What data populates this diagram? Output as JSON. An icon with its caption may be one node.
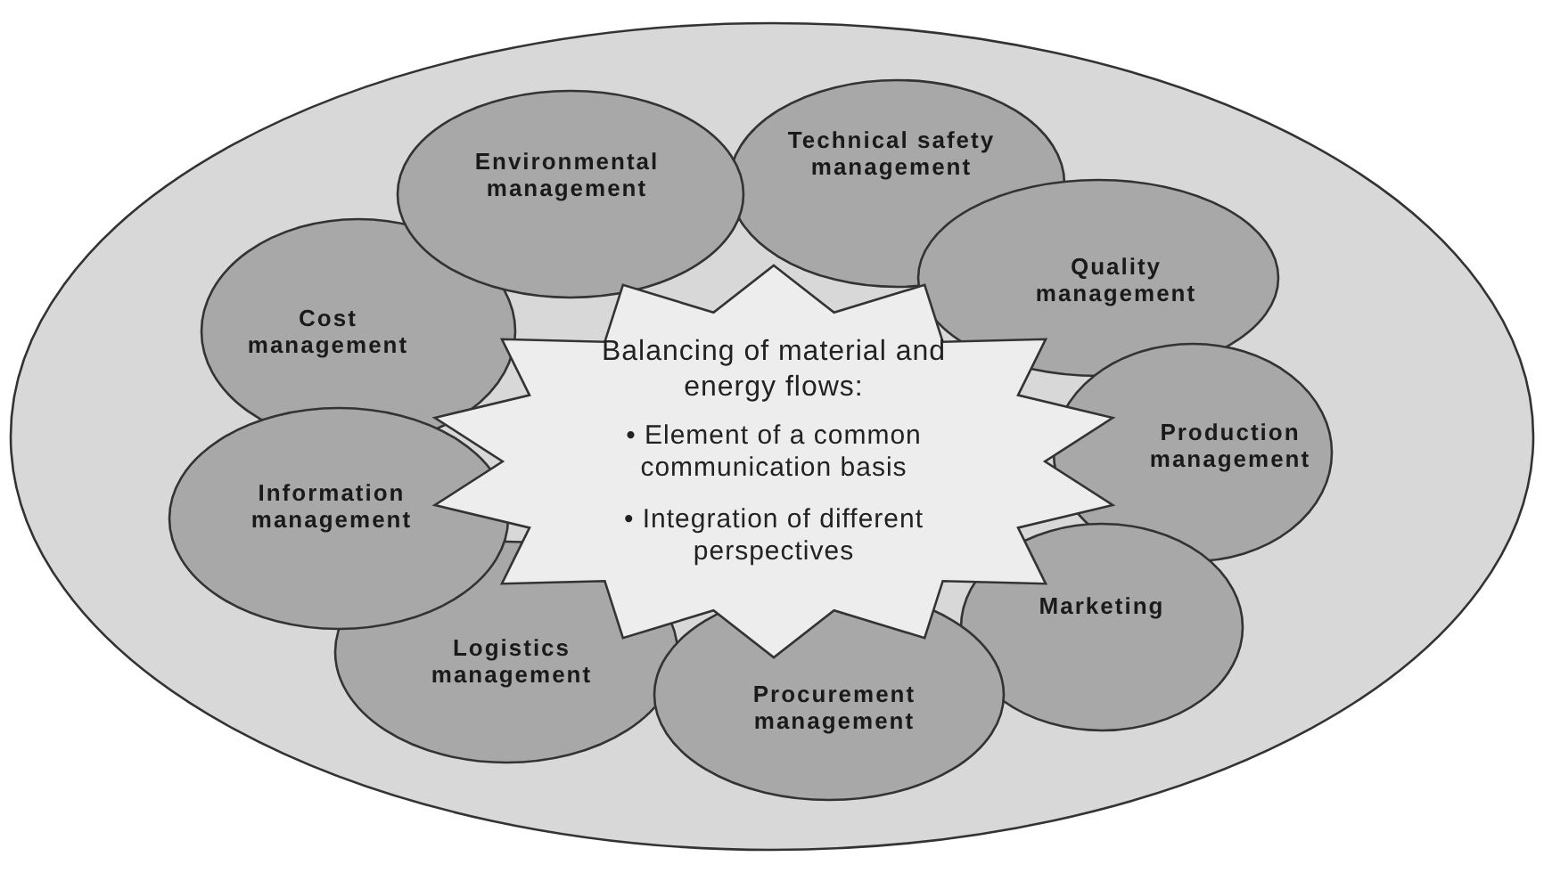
{
  "diagram": {
    "nodes": [
      {
        "text": [],
        "shape": "ellipse"
      },
      {
        "text": [
          "Environmental management"
        ],
        "in": 0
      },
      {
        "text": [
          "Technical safety management"
        ],
        "in": 0
      },
      {
        "text": [
          "Quality management"
        ],
        "in": 0
      },
      {
        "text": [
          "Production management"
        ],
        "in": 0
      },
      {
        "text": [
          "Marketing"
        ],
        "in": 0
      },
      {
        "text": [
          "Procurement management"
        ],
        "in": 0
      },
      {
        "text": [
          "Logistics management"
        ],
        "in": 0
      },
      {
        "text": [
          "Information management"
        ],
        "in": 0
      },
      {
        "text": [
          "Cost management"
        ],
        "in": 0
      },
      {
        "text": [
          "Balancing of material and energy flows:",
          "• Element of a common communication basis",
          "• Integration of different perspectives"
        ],
        "in": 0
      }
    ],
    "edges": []
  }
}
